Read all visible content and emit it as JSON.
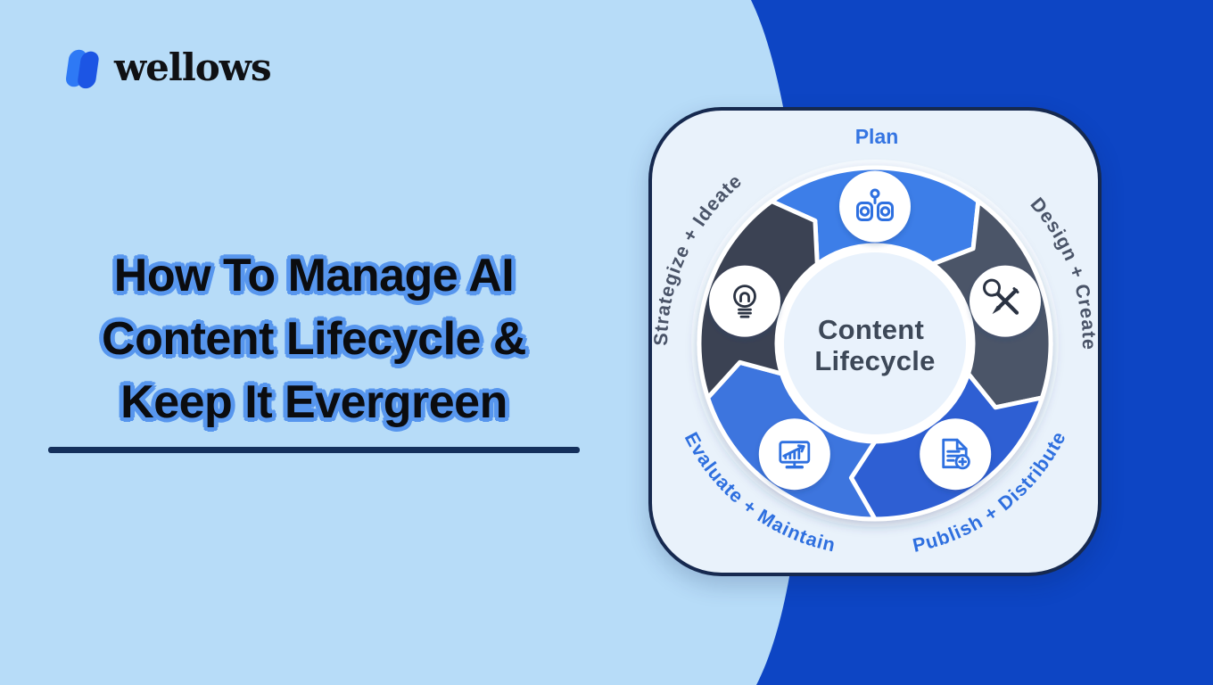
{
  "brand": {
    "name": "wellows"
  },
  "title": {
    "lines": [
      "How To Manage AI",
      "Content Lifecycle &",
      "Keep It Evergreen"
    ]
  },
  "diagram": {
    "center_title": {
      "line1": "Content",
      "line2": "Lifecycle"
    },
    "steps": [
      {
        "label": "Plan",
        "color": "#3d7ee8",
        "label_color": "#3575e2",
        "icon": "brainstorm-heads-icon"
      },
      {
        "label": "Design + Create",
        "color": "#4c5467",
        "label_color": "#4a5468",
        "icon": "wrench-pencil-icon"
      },
      {
        "label": "Publish + Distribute",
        "color": "#2d5fd3",
        "label_color": "#2e6fdf",
        "icon": "document-add-icon"
      },
      {
        "label": "Evaluate + Maintain",
        "color": "#3e74de",
        "label_color": "#2e6fdf",
        "icon": "monitor-growth-icon"
      },
      {
        "label": "Strategize + Ideate",
        "color": "#3b4353",
        "label_color": "#4a5468",
        "icon": "lightbulb-icon"
      }
    ]
  },
  "colors": {
    "background_left": "#b7dcf8",
    "background_right": "#0d45c4",
    "card_background": "#e9f2fb",
    "card_border": "#16294f",
    "title_text": "#0b0c0f",
    "title_halo": "#5796ee",
    "underline": "#14305c",
    "center_text": "#3d4858"
  }
}
